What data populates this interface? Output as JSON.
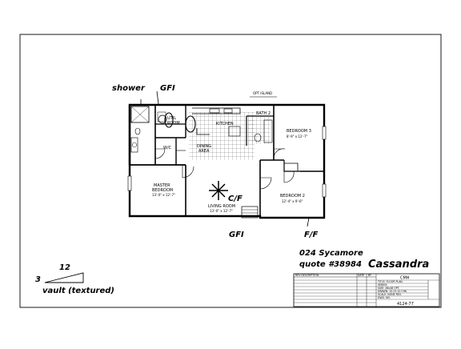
{
  "annotations": {
    "shower": "shower",
    "gfi_top": "GFI",
    "gfi_bottom": "GFI",
    "cf": "C/F",
    "ff": "F/F",
    "slope_run": "12",
    "slope_rise": "3",
    "vault": "vault (textured)",
    "address": "024 Sycamore",
    "quote": "quote #38984",
    "model": "Cassandra"
  },
  "rooms": {
    "util_a": "UTIL",
    "util_b": "ROOM",
    "kitchen": "KITCHEN",
    "bath2": "BATH 2",
    "bedroom3_name": "BEDROOM 3",
    "bedroom3_size": "8'-9\" x 12'-7\"",
    "dining_a": "DINING",
    "dining_b": "AREA",
    "wic": "W/C",
    "master_a": "MASTER",
    "master_b": "BEDROOM",
    "master_size": "13'-0\" x 12'-7\"",
    "living_name": "LIVING ROOM",
    "living_size": "13'-0\" x 12'-7\"",
    "bedroom2_name": "BEDROOM 2",
    "bedroom2_size": "12'-4\" x 9'-6\"",
    "top_note": "OPT ISLAND"
  },
  "title_block": {
    "header": "REV  DESCRIPTION",
    "date_col": "DATE",
    "by_col": "BY",
    "company": "CMH",
    "row1": "TITLE:   FLOOR PLAN",
    "row2": "SERIES:",
    "row3": "SIZE:  28x48  OPT.",
    "row4": "DRAWN:  10.23.10  CHK.",
    "row5": "SCALE:  NONE  REV.",
    "row6": "DWG. NO.",
    "number": "4124-77"
  }
}
